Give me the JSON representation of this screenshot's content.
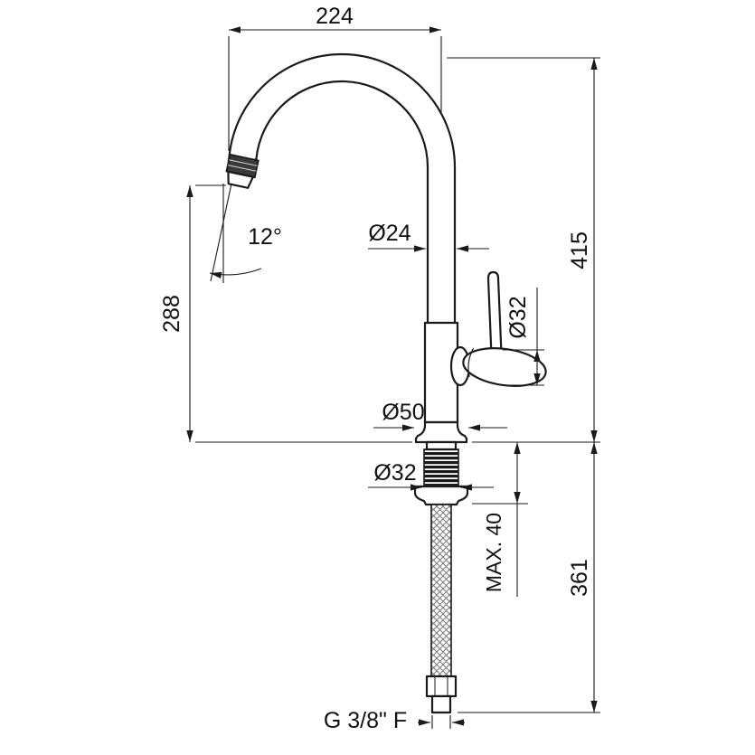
{
  "drawing": {
    "type": "technical-diagram",
    "subject": "Single-lever kitchen mixer tap, side elevation with installation dimensions",
    "units": "mm"
  },
  "dimensions": {
    "spout_reach": "224",
    "height_overall": "415",
    "spout_outlet_height": "288",
    "outlet_angle": "12°",
    "spout_tube_diameter": "Ø24",
    "handle_diameter": "Ø32",
    "base_diameter": "Ø50",
    "shank_diameter": "Ø32",
    "max_deck_thickness": "MAX. 40",
    "below_deck_length": "361",
    "hose_thread": "G 3/8\" F"
  },
  "colors": {
    "line": "#1a1a1a",
    "background": "#ffffff"
  }
}
